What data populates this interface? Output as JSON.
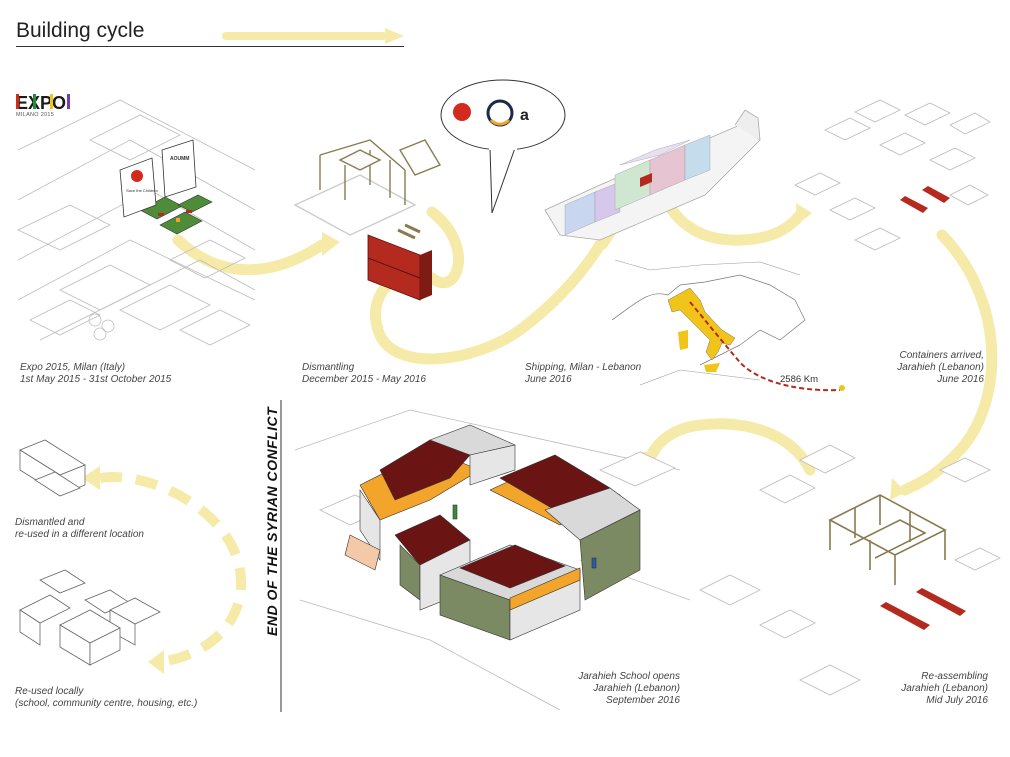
{
  "title": "Building cycle",
  "expo_logo": {
    "wordmark": "EXPO",
    "subtitle": "MILANO 2015"
  },
  "partners": {
    "save_the_children": "Save the Children",
    "aoumm": "AOUMM"
  },
  "stages": {
    "expo": {
      "line1": "Expo 2015, Milan (Italy)",
      "line2": "1st May 2015 - 31st October 2015"
    },
    "dismantling": {
      "line1": "Dismantling",
      "line2": "December 2015 - May 2016"
    },
    "shipping": {
      "line1": "Shipping, Milan - Lebanon",
      "line2": "June 2016"
    },
    "arrived": {
      "line1": "Containers arrived,",
      "line2": "Jarahieh (Lebanon)",
      "line3": "June 2016"
    },
    "reassembling": {
      "line1": "Re-assembling",
      "line2": "Jarahieh (Lebanon)",
      "line3": "Mid July 2016"
    },
    "school": {
      "line1": "Jarahieh School opens",
      "line2": "Jarahieh (Lebanon)",
      "line3": "September 2016"
    },
    "reused_elsewhere": {
      "line1": "Dismantled and",
      "line2": "re-used in a different location"
    },
    "reused_locally": {
      "line1": "Re-used locally",
      "line2": "(school, community centre, housing, etc.)"
    }
  },
  "map": {
    "distance_label": "2586 Km"
  },
  "divider_label": "END OF THE SYRIAN CONFLICT",
  "colors": {
    "path": "#f6eaa8",
    "container": "#b52a1e",
    "roof": "#6b1414",
    "wall": "#7b8a63",
    "band": "#f2a52a",
    "italy": "#f0c419"
  }
}
